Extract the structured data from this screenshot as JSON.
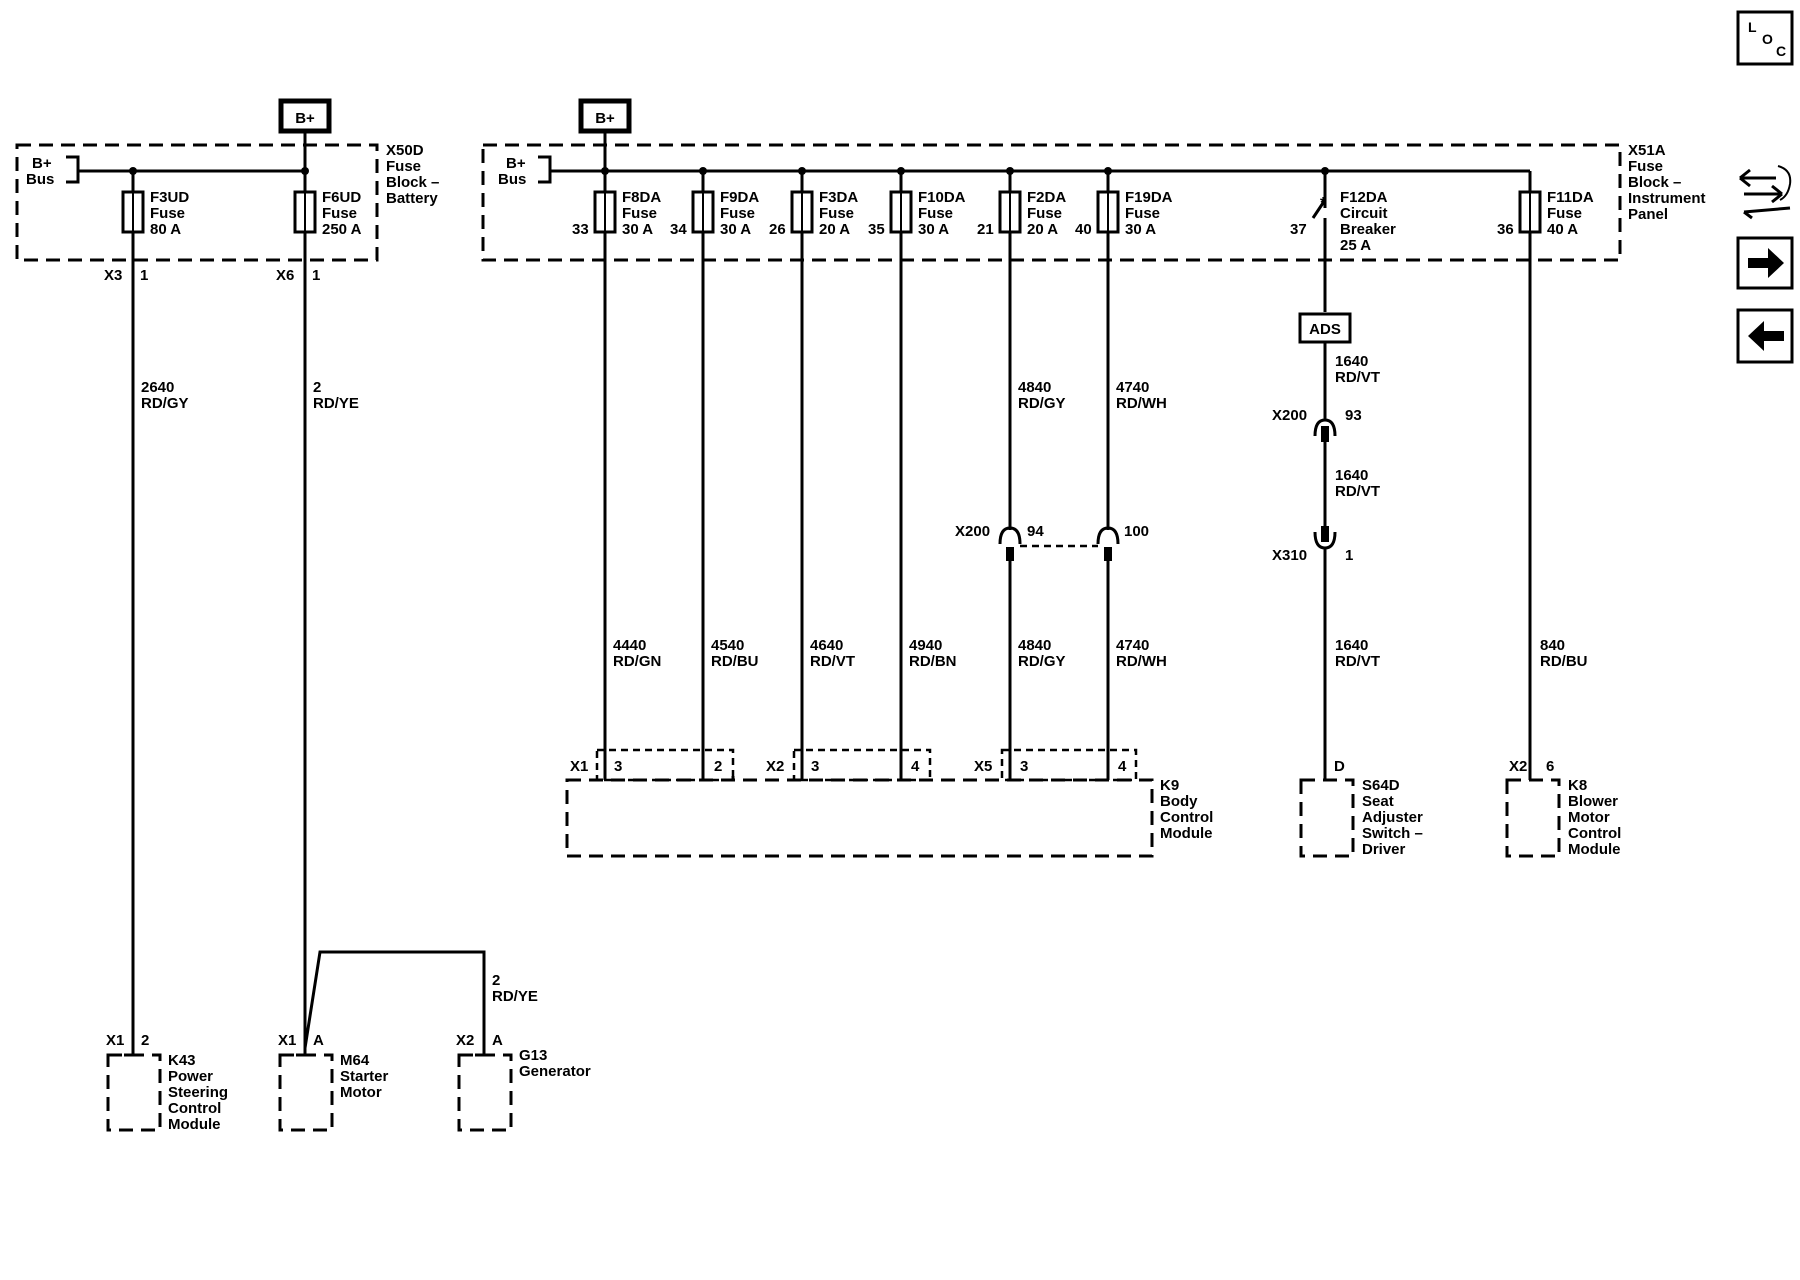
{
  "nav": {
    "loc_l": "L",
    "loc_o": "O",
    "loc_c": "C"
  },
  "power": {
    "bplus": "B+"
  },
  "fuse_block_battery": {
    "label": [
      "X50D",
      "Fuse",
      "Block –",
      "Battery"
    ],
    "bus": [
      "B+",
      "Bus"
    ],
    "fuses": [
      {
        "name": "F3UD",
        "type": "Fuse",
        "rating": "80 A",
        "conn": "X3",
        "pin": "1",
        "wire": "2640",
        "color": "RD/GY"
      },
      {
        "name": "F6UD",
        "type": "Fuse",
        "rating": "250 A",
        "conn": "X6",
        "pin": "1",
        "wire": "2",
        "color": "RD/YE"
      }
    ]
  },
  "fuse_block_ip": {
    "label": [
      "X51A",
      "Fuse",
      "Block –",
      "Instrument",
      "Panel"
    ],
    "bus": [
      "B+",
      "Bus"
    ],
    "fuses": [
      {
        "pin": "33",
        "name": "F8DA",
        "type": "Fuse",
        "rating": "30 A",
        "wire": "4440",
        "color": "RD/GN"
      },
      {
        "pin": "34",
        "name": "F9DA",
        "type": "Fuse",
        "rating": "30 A",
        "wire": "4540",
        "color": "RD/BU"
      },
      {
        "pin": "26",
        "name": "F3DA",
        "type": "Fuse",
        "rating": "20 A",
        "wire": "4640",
        "color": "RD/VT"
      },
      {
        "pin": "35",
        "name": "F10DA",
        "type": "Fuse",
        "rating": "30 A",
        "wire": "4940",
        "color": "RD/BN"
      },
      {
        "pin": "21",
        "name": "F2DA",
        "type": "Fuse",
        "rating": "20 A",
        "wire": "4840",
        "color": "RD/GY"
      },
      {
        "pin": "40",
        "name": "F19DA",
        "type": "Fuse",
        "rating": "30 A",
        "wire": "4740",
        "color": "RD/WH"
      },
      {
        "pin": "37",
        "name": "F12DA",
        "type": "Circuit",
        "type2": "Breaker",
        "rating": "25 A"
      },
      {
        "pin": "36",
        "name": "F11DA",
        "type": "Fuse",
        "rating": "40 A",
        "wire": "840",
        "color": "RD/BU"
      }
    ]
  },
  "x200": {
    "label": "X200",
    "pin_a": "94",
    "pin_b": "100",
    "upper_a": {
      "wire": "4840",
      "color": "RD/GY"
    },
    "upper_b": {
      "wire": "4740",
      "color": "RD/WH"
    }
  },
  "ads": {
    "label": "ADS",
    "seg1": {
      "wire": "1640",
      "color": "RD/VT"
    },
    "conn1": {
      "name": "X200",
      "pin": "93"
    },
    "seg2": {
      "wire": "1640",
      "color": "RD/VT"
    },
    "conn2": {
      "name": "X310",
      "pin": "1"
    },
    "seg3": {
      "wire": "1640",
      "color": "RD/VT"
    }
  },
  "bcm": {
    "label": [
      "K9",
      "Body",
      "Control",
      "Module"
    ],
    "x1": "X1",
    "x2": "X2",
    "x5": "X5",
    "pins": [
      "3",
      "2",
      "3",
      "4",
      "3",
      "4"
    ]
  },
  "seat": {
    "pin": "D",
    "label": [
      "S64D",
      "Seat",
      "Adjuster",
      "Switch –",
      "Driver"
    ]
  },
  "blower": {
    "conn": "X2",
    "pin": "6",
    "label": [
      "K8",
      "Blower",
      "Motor",
      "Control",
      "Module"
    ]
  },
  "gen_wire": {
    "wire": "2",
    "color": "RD/YE"
  },
  "k43": {
    "conn": "X1",
    "pin": "2",
    "label": [
      "K43",
      "Power",
      "Steering",
      "Control",
      "Module"
    ]
  },
  "m64": {
    "conn": "X1",
    "pin": "A",
    "label": [
      "M64",
      "Starter",
      "Motor"
    ]
  },
  "g13": {
    "conn": "X2",
    "pin": "A",
    "label": [
      "G13",
      "Generator"
    ]
  }
}
